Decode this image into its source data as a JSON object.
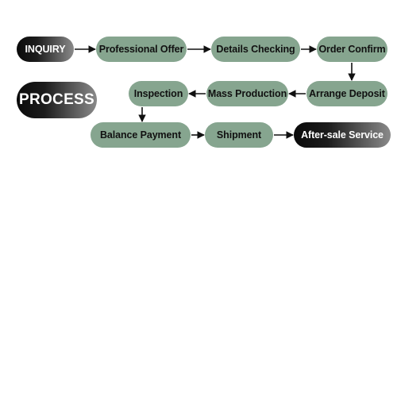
{
  "labels": {
    "inquiry": "INQUIRY",
    "process": "PROCESS",
    "professional_offer": "Professional Offer",
    "details_checking": "Details Checking",
    "order_confirm": "Order Confirm",
    "arrange_deposit": "Arrange Deposit",
    "mass_production": "Mass Production",
    "inspection": "Inspection",
    "balance_payment": "Balance Payment",
    "shipment": "Shipment",
    "after_sale_service": "After-sale Service"
  },
  "colors": {
    "step_fill": "#86a58f",
    "terminal_dark": "#0a0a0a",
    "terminal_light": "#8a8a8a",
    "arrow": "#111111"
  }
}
